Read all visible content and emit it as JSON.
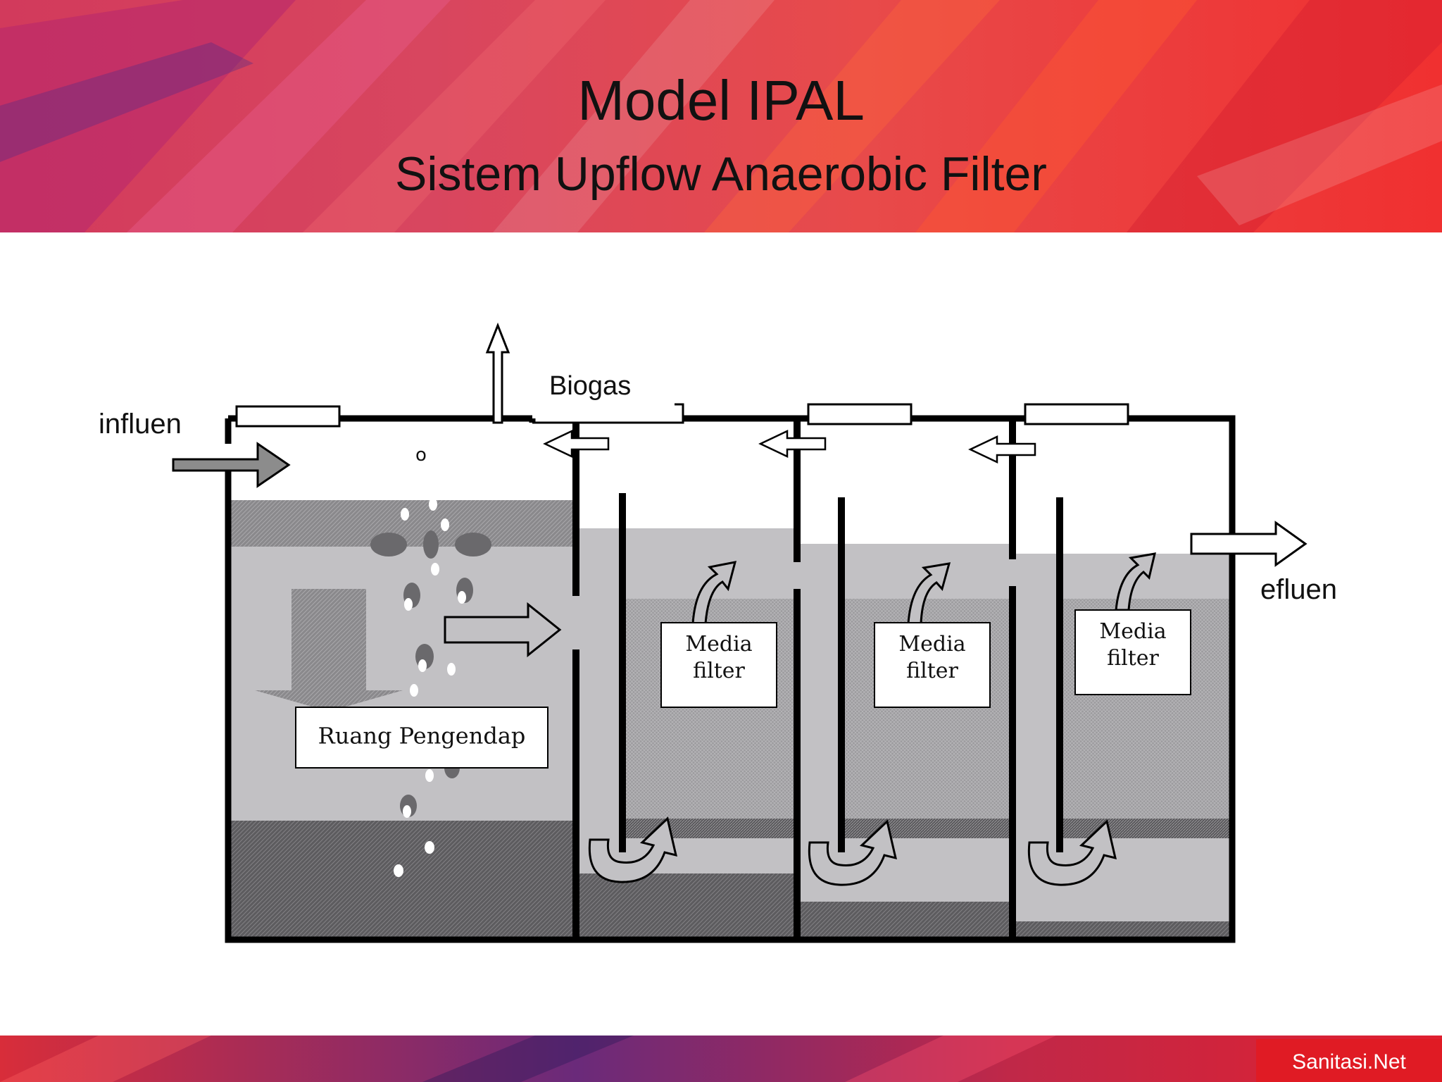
{
  "slide": {
    "title": "Model IPAL",
    "subtitle": "Sistem Upflow Anaerobic Filter",
    "footer_brand": "Sanitasi.Net"
  },
  "diagram": {
    "labels": {
      "influent": "influen",
      "effluent": "efluen",
      "biogas": "Biogas",
      "settling": "Ruang Pengendap",
      "small_o": "o"
    },
    "media_filters": [
      {
        "line1": "Media",
        "line2": "filter"
      },
      {
        "line1": "Media",
        "line2": "filter"
      },
      {
        "line1": "Media",
        "line2": "filter"
      }
    ]
  },
  "colors": {
    "banner_red": "#e8343a",
    "banner_magenta": "#c0306e",
    "water": "#c2c1c4",
    "sludge": "#6e6d70",
    "scum": "#8f8e91",
    "media": "#a3a2a5",
    "arrow_gray": "#8c8c8c",
    "outline": "#000000",
    "brand_badge": "#e01b24"
  }
}
